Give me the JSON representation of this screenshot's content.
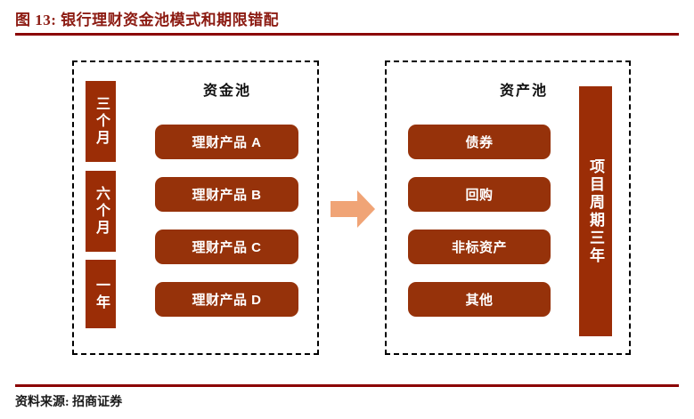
{
  "figure": {
    "title": "图 13: 银行理财资金池模式和期限错配",
    "source_note": "资料来源: 招商证券",
    "title_color": "#8C1B12",
    "rule_color": "#8B0000",
    "box_color": "#96320A",
    "bar_color": "#9B2D06",
    "arrow_color": "#F0A476",
    "panel_border": "#000000"
  },
  "fund_pool": {
    "heading": "资金池",
    "tenor_bars": [
      {
        "label": "三个月"
      },
      {
        "label": "六个月"
      },
      {
        "label": "一年"
      }
    ],
    "products": [
      {
        "label": "理财产品 A"
      },
      {
        "label": "理财产品 B"
      },
      {
        "label": "理财产品 C"
      },
      {
        "label": "理财产品 D"
      }
    ]
  },
  "flow": {
    "arrow_icon": "right-arrow-icon",
    "direction": "fund-pool-to-asset-pool"
  },
  "asset_pool": {
    "heading": "资产池",
    "assets": [
      {
        "label": "债券"
      },
      {
        "label": "回购"
      },
      {
        "label": "非标资产"
      },
      {
        "label": "其他"
      }
    ],
    "cycle_bar": {
      "label": "项目周期三年"
    }
  }
}
